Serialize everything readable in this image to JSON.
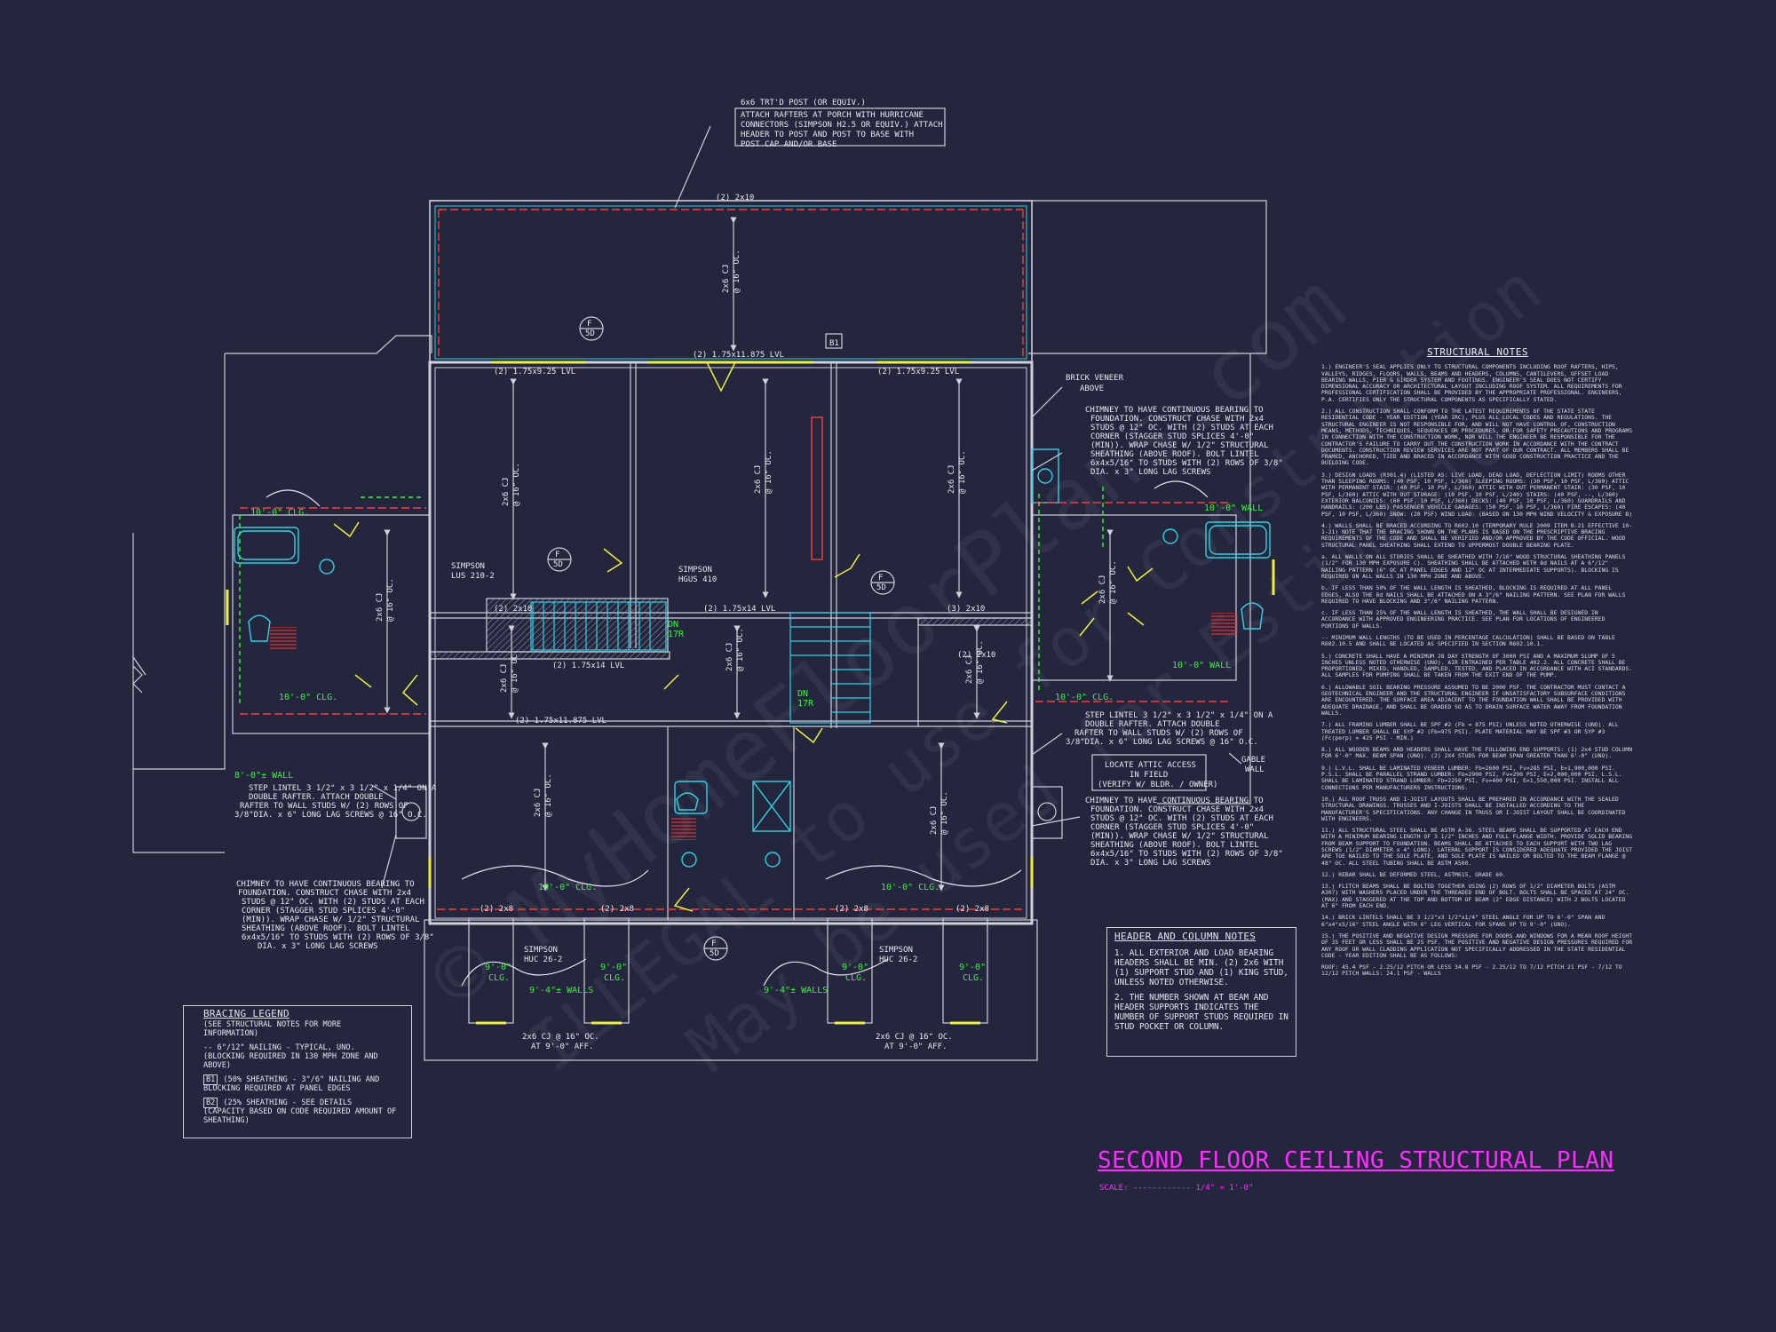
{
  "drawing": {
    "title": "SECOND FLOOR CEILING STRUCTURAL PLAN",
    "scale": "SCALE: ------------ 1/4\" = 1'-0\"",
    "colors": {
      "background": "#23263d",
      "lines": "#cfd0da",
      "accent_green": "#2cff2c",
      "accent_magenta": "#ff2cff",
      "accent_cyan": "#2ad4e6",
      "accent_yellow": "#f0f03a",
      "accent_red": "#ff3a3a"
    }
  },
  "watermark": {
    "line1": "© MyHomeFloorPlans.com",
    "line2": "ILLEGAL to use for Construction",
    "line3": "May be used for Estimation"
  },
  "callouts": {
    "post": [
      "6x6 TRT'D POST (OR EQUIV.)",
      "ATTACH RAFTERS AT PORCH WITH HURRICANE",
      "CONNECTORS (SIMPSON H2.5 OR EQUIV.) ATTACH",
      "HEADER TO POST AND POST TO BASE WITH",
      "POST CAP AND/OR BASE"
    ],
    "top_header": "(2) 2x10",
    "lvl_left": "(2) 1.75x9.25 LVL",
    "lvl_center": "(2) 1.75x11.875 LVL",
    "lvl_right": "(2) 1.75x9.25 LVL",
    "brick": [
      "BRICK VENEER",
      "ABOVE"
    ],
    "chimney_top": [
      "CHIMNEY TO HAVE CONTINUOUS BEARING TO",
      "FOUNDATION. CONSTRUCT CHASE WITH 2x4",
      "STUDS @ 12\" OC. WITH (2) STUDS AT EACH",
      "CORNER (STAGGER STUD SPLICES 4'-0\"",
      "(MIN)). WRAP CHASE W/ 1/2\" STRUCTURAL",
      "SHEATHING (ABOVE ROOF). BOLT LINTEL",
      "6x4x5/16\" TO STUDS WITH (2) ROWS OF 3/8\"",
      "DIA. x 3\" LONG LAG SCREWS"
    ],
    "chimney_mid": [
      "CHIMNEY TO HAVE CONTINUOUS BEARING TO",
      "FOUNDATION. CONSTRUCT CHASE WITH 2x4",
      "STUDS @ 12\" OC. WITH (2) STUDS AT EACH",
      "CORNER (STAGGER STUD SPLICES 4'-0\"",
      "(MIN)). WRAP CHASE W/ 1/2\" STRUCTURAL",
      "SHEATHING (ABOVE ROOF). BOLT LINTEL",
      "6x4x5/16\" TO STUDS WITH (2) ROWS OF 3/8\"",
      "DIA. x 3\" LONG LAG SCREWS"
    ],
    "chimney_left": [
      "CHIMNEY TO HAVE CONTINUOUS BEARING TO",
      "FOUNDATION. CONSTRUCT CHASE WITH 2x4",
      "STUDS @ 12\" OC. WITH (2) STUDS AT EACH",
      "CORNER (STAGGER STUD SPLICES 4'-0\"",
      "(MIN)). WRAP CHASE W/ 1/2\" STRUCTURAL",
      "SHEATHING (ABOVE ROOF). BOLT LINTEL",
      "6x4x5/16\" TO STUDS WITH (2) ROWS OF 3/8\"",
      "DIA. x 3\" LONG LAG SCREWS"
    ],
    "step_lintel_left": [
      "STEP LINTEL 3 1/2\" x 3 1/2\" x 1/4\" ON A",
      "DOUBLE RAFTER. ATTACH DOUBLE",
      "RAFTER TO WALL STUDS W/ (2) ROWS OF",
      "3/8\"DIA. x 6\" LONG LAG SCREWS @ 16\" O.C."
    ],
    "step_lintel_right": [
      "STEP LINTEL 3 1/2\" x 3 1/2\" x 1/4\" ON A",
      "DOUBLE RAFTER. ATTACH DOUBLE",
      "RAFTER TO WALL STUDS W/ (2) ROWS OF",
      "3/8\"DIA. x 6\" LONG LAG SCREWS @ 16\" O.C."
    ],
    "attic": [
      "LOCATE ATTIC ACCESS",
      "IN FIELD",
      "(VERIFY W/ BLDR. / OWNER)"
    ],
    "gable": [
      "GABLE",
      "WALL"
    ],
    "simpson_lus": [
      "SIMPSON",
      "LUS 210-2"
    ],
    "simpson_hgus": [
      "SIMPSON",
      "HGUS 410"
    ],
    "simpson_huc_l": [
      "SIMPSON",
      "HUC 26-2"
    ],
    "simpson_huc_r": [
      "SIMPSON",
      "HUC 26-2"
    ],
    "lvl_stair_l": "(2) 1.75x14 LVL",
    "lvl_stair_c": "(2) 1.75x14 LVL",
    "lvl_mid": "(2) 1.75x11.875 LVL",
    "hdr_2x10_a": "(2) 2x10",
    "hdr_2x10_b": "(3) 2x10",
    "hdr_2x10_c": "(2) 2x10",
    "cj_top": [
      "2x6 CJ",
      "@ 16\" OC."
    ],
    "cj_bottom_l": [
      "2x6 CJ @ 16\" OC.",
      "AT 9'-0\" AFF."
    ],
    "cj_bottom_r": [
      "2x6 CJ @ 16\" OC.",
      "AT 9'-0\" AFF."
    ],
    "dn_l": [
      "DN",
      "17R"
    ],
    "dn_r": [
      "DN",
      "17R"
    ],
    "hdr_bottom": "(2) 2x8",
    "tag_b1": "B1",
    "tag_5d": [
      "F",
      "5D"
    ]
  },
  "green_labels": {
    "clg_10": "10'-0\" CLG.",
    "wall_10": "10'-0\" WALL",
    "wall_8": "8'-0\"± WALL",
    "clg_9": "9'-0\"",
    "clg_word": "CLG.",
    "walls_9_4": "9'-4\"± WALLS"
  },
  "structural_notes": {
    "heading": "STRUCTURAL NOTES",
    "items": [
      "1.) ENGINEER'S SEAL APPLIES ONLY TO STRUCTURAL COMPONENTS INCLUDING ROOF RAFTERS, HIPS, VALLEYS, RIDGES, FLOORS, WALLS, BEAMS AND HEADERS, COLUMNS, CANTILEVERS, OFFSET LOAD BEARING WALLS, PIER & GIRDER SYSTEM AND FOOTINGS. ENGINEER'S SEAL DOES NOT CERTIFY DIMENSIONAL ACCURACY OR ARCHITECTURAL LAYOUT INCLUDING ROOF SYSTEM. ALL REQUIREMENTS FOR PROFESSIONAL CERTIFICATION SHALL BE PROVIDED BY THE APPROPRIATE PROFESSIONAL. ENGINEERS, P.A. CERTIFIES ONLY THE STRUCTURAL COMPONENTS AS SPECIFICALLY STATED.",
      "2.) ALL CONSTRUCTION SHALL CONFORM TO THE LATEST REQUIREMENTS OF THE STATE STATE RESIDENTIAL CODE - YEAR EDITION (YEAR IRC), PLUS ALL LOCAL CODES AND REGULATIONS. THE STRUCTURAL ENGINEER IS NOT RESPONSIBLE FOR, AND WILL NOT HAVE CONTROL OF, CONSTRUCTION MEANS, METHODS, TECHNIQUES, SEQUENCES OR PROCEDURES, OR FOR SAFETY PRECAUTIONS AND PROGRAMS IN CONNECTION WITH THE CONSTRUCTION WORK, NOR WILL THE ENGINEER BE RESPONSIBLE FOR THE CONTRACTOR'S FAILURE TO CARRY OUT THE CONSTRUCTION WORK IN ACCORDANCE WITH THE CONTRACT DOCUMENTS. CONSTRUCTION REVIEW SERVICES ARE NOT PART OF OUR CONTRACT. ALL MEMBERS SHALL BE FRAMED, ANCHORED, TIED AND BRACED IN ACCORDANCE WITH GOOD CONSTRUCTION PRACTICE AND THE BUILDING CODE.",
      "3.) DESIGN LOADS (R301.4) (LISTED AS: LIVE LOAD, DEAD LOAD, DEFLECTION LIMIT) ROOMS OTHER THAN SLEEPING ROOMS: (40 PSF, 10 PSF, L/360) SLEEPING ROOMS: (30 PSF, 10 PSF, L/360) ATTIC WITH PERMANENT STAIR: (40 PSF, 10 PSF, L/360) ATTIC WITH OUT PERMANENT STAIR: (30 PSF, 10 PSF, L/360) ATTIC WITH OUT STORAGE: (10 PSF, 10 PSF, L/240) STAIRS: (40 PSF, --, L/360) EXTERIOR BALCONIES: (60 PSF, 10 PSF, L/360) DECKS: (40 PSF, 10 PSF, L/360) GUARDRAILS AND HANDRAILS: (200 LBS) PASSENGER VEHICLE GARAGES: (50 PSF, 10 PSF, L/360) FIRE ESCAPES: (40 PSF, 10 PSF, L/360) SNOW: (20 PSF) WIND LOAD: (BASED ON 130 MPH WIND VELOCITY & EXPOSURE B)",
      "4.) WALLS SHALL BE BRACED ACCORDING TO R602.10 (TEMPORARY RULE 2009 ITEM B-21 EFFECTIVE 10-1-21) NOTE THAT THE BRACING SHOWN ON THE PLANS IS BASED ON THE PRESCRIPTIVE BRACING REQUIREMENTS OF THE CODE AND SHALL BE VERIFIED AND/OR APPROVED BY THE CODE OFFICIAL. WOOD STRUCTURAL PANEL SHEATHING SHALL EXTEND TO UPPERMOST DOUBLE BEARING PLATE.",
      "a. ALL WALLS ON ALL STORIES SHALL BE SHEATHED WITH 7/16\" WOOD STRUCTURAL SHEATHING PANELS (1/2\" FOR 130 MPH EXPOSURE C). SHEATHING SHALL BE ATTACHED WITH 8d NAILS AT A 6\"/12\" NAILING PATTERN (6\" OC AT PANEL EDGES AND 12\" OC AT INTERMEDIATE SUPPORTS). BLOCKING IS REQUIRED ON ALL WALLS IN 130 MPH ZONE AND ABOVE.",
      "b. IF LESS THAN 50% OF THE WALL LENGTH IS SHEATHED, BLOCKING IS REQUIRED AT ALL PANEL EDGES, ALSO THE 8d NAILS SHALL BE ATTACHED ON A 3\"/6\" NAILING PATTERN. SEE PLAN FOR WALLS REQUIRED TO HAVE BLOCKING AND 3\"/6\" NAILING PATTERN.",
      "c. IF LESS THAN 25% OF THE WALL LENGTH IS SHEATHED, THE WALL SHALL BE DESIGNED IN ACCORDANCE WITH APPROVED ENGINEERING PRACTICE. SEE PLAN FOR LOCATIONS OF ENGINEERED PORTIONS OF WALLS.",
      "-- MINIMUM WALL LENGTHS (TO BE USED IN PERCENTAGE CALCULATION) SHALL BE BASED ON TABLE R602.10.5 AND SHALL BE LOCATED AS SPECIFIED IN SECTION R602.10.1.",
      "5.) CONCRETE SHALL HAVE A MINIMUM 28 DAY STRENGTH OF 3000 PSI AND A MAXIMUM SLUMP OF 5 INCHES UNLESS NOTED OTHERWISE (UNO). AIR ENTRAINED PER TABLE 402.2. ALL CONCRETE SHALL BE PROPORTIONED, MIXED, HANDLED, SAMPLED, TESTED, AND PLACED IN ACCORDANCE WITH ACI STANDARDS. ALL SAMPLES FOR PUMPING SHALL BE TAKEN FROM THE EXIT END OF THE PUMP.",
      "6.) ALLOWABLE SOIL BEARING PRESSURE ASSUMED TO BE 2000 PSF. THE CONTRACTOR MUST CONTACT A GEOTECHNICAL ENGINEER AND THE STRUCTURAL ENGINEER IF UNSATISFACTORY SUBSURFACE CONDITIONS ARE ENCOUNTERED. THE SURFACE AREA ADJACENT TO THE FOUNDATION WALL SHALL BE PROVIDED WITH ADEQUATE DRAINAGE, AND SHALL BE GRADED SO AS TO DRAIN SURFACE WATER AWAY FROM FOUNDATION WALLS.",
      "7.) ALL FRAMING LUMBER SHALL BE SPF #2 (Fb = 875 PSI) UNLESS NOTED OTHERWISE (UNO). ALL TREATED LUMBER SHALL BE SYP #2 (Fb=975 PSI). PLATE MATERIAL MAY BE SPF #3 OR SYP #3 (Fc(perp) = 425 PSI - MIN.)",
      "8.) ALL WOODEN BEAMS AND HEADERS SHALL HAVE THE FOLLOWING END SUPPORTS: (1) 2x4 STUD COLUMN FOR 6'-0\" MAX. BEAM SPAN (UNO). (2) 2X4 STUDS FOR BEAM SPAN GREATER THAN 6'-0\" (UNO).",
      "9.) L.V.L. SHALL BE LAMINATED VENEER LUMBER: Fb=2600 PSI, Fv=285 PSI, E=1,900,000 PSI. P.S.L. SHALL BE PARALLEL STRAND LUMBER: Fb=2900 PSI, Fv=290 PSI, E=2,000,000 PSI. L.S.L. SHALL BE LAMINATED STRAND LUMBER: Fb=2250 PSI, Fv=400 PSI, E=1,550,000 PSI. INSTALL ALL CONNECTIONS PER MANUFACTURERS INSTRUCTIONS.",
      "10.) ALL ROOF TRUSS AND I-JOIST LAYOUTS SHALL BE PREPARED IN ACCORDANCE WITH THE SEALED STRUCTURAL DRAWINGS. TRUSSES AND I-JOISTS SHALL BE INSTALLED ACCORDING TO THE MANUFACTURER'S SPECIFICATIONS. ANY CHANGE IN TRUSS OR I-JOIST LAYOUT SHALL BE COORDINATED WITH ENGINEERS.",
      "11.) ALL STRUCTURAL STEEL SHALL BE ASTM A-36. STEEL BEAMS SHALL BE SUPPORTED AT EACH END WITH A MINIMUM BEARING LENGTH OF 3 1/2\" INCHES AND FULL FLANGE WIDTH. PROVIDE SOLID BEARING FROM BEAM SUPPORT TO FOUNDATION. BEAMS SHALL BE ATTACHED TO EACH SUPPORT WITH TWO LAG SCREWS (1/2\" DIAMETER x 4\" LONG). LATERAL SUPPORT IS CONSIDERED ADEQUATE PROVIDED THE JOIST ARE TOE NAILED TO THE SOLE PLATE, AND SOLE PLATE IS NAILED OR BOLTED TO THE BEAM FLANGE @ 48\" OC. ALL STEEL TUBING SHALL BE ASTM A500.",
      "12.) REBAR SHALL BE DEFORMED STEEL, ASTM615, GRADE 60.",
      "13.) FLITCH BEAMS SHALL BE BOLTED TOGETHER USING (2) ROWS OF 1/2\" DIAMETER BOLTS (ASTM A307) WITH WASHERS PLACED UNDER THE THREADED END OF BOLT. BOLTS SHALL BE SPACED AT 24\" OC. (MAX) AND STAGGERED AT THE TOP AND BOTTOM OF BEAM (2\" EDGE DISTANCE) WITH 2 BOLTS LOCATED AT 6\" FROM EACH END.",
      "14.) BRICK LINTELS SHALL BE 3 1/2\"x3 1/2\"x1/4\" STEEL ANGLE FOR UP TO 6'-0\" SPAN AND 6\"x4\"x5/16\" STEEL ANGLE WITH 6\" LEG VERTICAL FOR SPANS UP TO 9'-0\" (UNO).",
      "15.) THE POSITIVE AND NEGATIVE DESIGN PRESSURE FOR DOORS AND WINDOWS FOR A MEAN ROOF HEIGHT OF 35 FEET OR LESS SHALL BE 25 PSF. THE POSITIVE AND NEGATIVE DESIGN PRESSURES REQUIRED FOR ANY ROOF OR WALL CLADDING APPLICATION NOT SPECIFICALLY ADDRESSED IN THE STATE RESIDENTIAL CODE - YEAR EDITION SHALL BE AS FOLLOWS:",
      "ROOF: 45.4 PSF - 2.25/12 PITCH OR LESS 34.8 PSF - 2.25/12 TO 7/12 PITCH 21 PSF - 7/12 TO 12/12 PITCH WALLS: 24.1 PSF - WALLS"
    ]
  },
  "header_notes": {
    "heading": "HEADER AND COLUMN NOTES",
    "items": [
      "1. ALL EXTERIOR AND LOAD BEARING HEADERS SHALL BE MIN. (2) 2x6 WITH (1) SUPPORT STUD AND (1) KING STUD, UNLESS NOTED OTHERWISE.",
      "2. THE NUMBER SHOWN AT BEAM AND HEADER SUPPORTS INDICATES THE NUMBER OF SUPPORT STUDS REQUIRED IN STUD POCKET OR COLUMN."
    ]
  },
  "bracing_legend": {
    "heading": "BRACING LEGEND",
    "sub": "(SEE STRUCTURAL NOTES FOR MORE INFORMATION)",
    "item1": "-- 6\"/12\" NAILING - TYPICAL, UNO. (BLOCKING REQUIRED IN 130 MPH ZONE AND ABOVE)",
    "b1_tag": "B1",
    "b1": "(50% SHEATHING - 3\"/6\" NAILING AND BLOCKING REQUIRED AT PANEL EDGES",
    "b2_tag": "B2",
    "b2": "(25% SHEATHING - SEE DETAILS (CAPACITY BASED ON CODE REQUIRED AMOUNT OF SHEATHING)"
  }
}
